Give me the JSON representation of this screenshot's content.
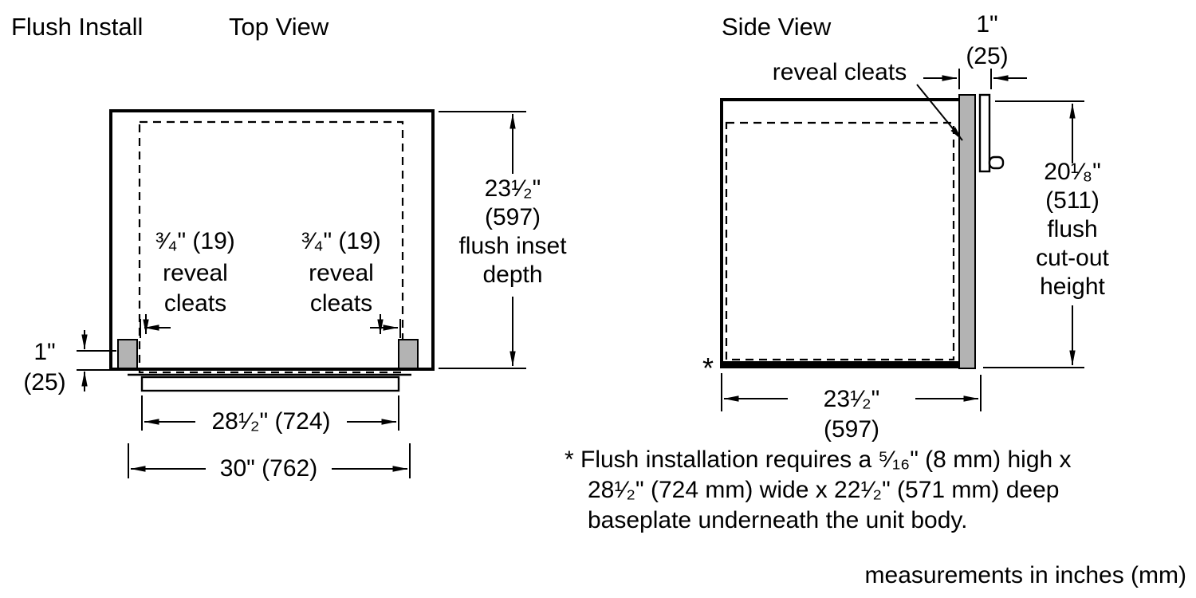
{
  "header": {
    "title": "Flush Install",
    "top_view_label": "Top View",
    "side_view_label": "Side View"
  },
  "top_view": {
    "depth_dim": [
      "23¹⁄₂\"",
      "(597)",
      "flush inset",
      "depth"
    ],
    "cleat_left_dim": [
      "³⁄₄\" (19)",
      "reveal",
      "cleats"
    ],
    "cleat_right_dim": [
      "³⁄₄\" (19)",
      "reveal",
      "cleats"
    ],
    "front_dim": [
      "1\"",
      "(25)"
    ],
    "inner_width_dim": "28¹⁄₂\" (724)",
    "outer_width_dim": "30\" (762)"
  },
  "side_view": {
    "reveal_cleats_label": "reveal cleats",
    "cleat_thickness_dim": [
      "1\"",
      "(25)"
    ],
    "cutout_height_dim": [
      "20¹⁄₈\"",
      "(511)",
      "flush",
      "cut-out",
      "height"
    ],
    "depth_dim": [
      "23¹⁄₂\"",
      "(597)"
    ],
    "baseplate_marker": "*"
  },
  "notes": {
    "footnote_lines": [
      "* Flush installation requires a ⁵⁄₁₆\" (8 mm) high x",
      "28¹⁄₂\" (724 mm) wide x 22¹⁄₂\" (571 mm) deep",
      "baseplate underneath the unit body."
    ],
    "units_note": "measurements in inches (mm)"
  },
  "colors": {
    "line": "#000000",
    "cleat_fill": "#b3b3b3",
    "background": "#ffffff"
  }
}
